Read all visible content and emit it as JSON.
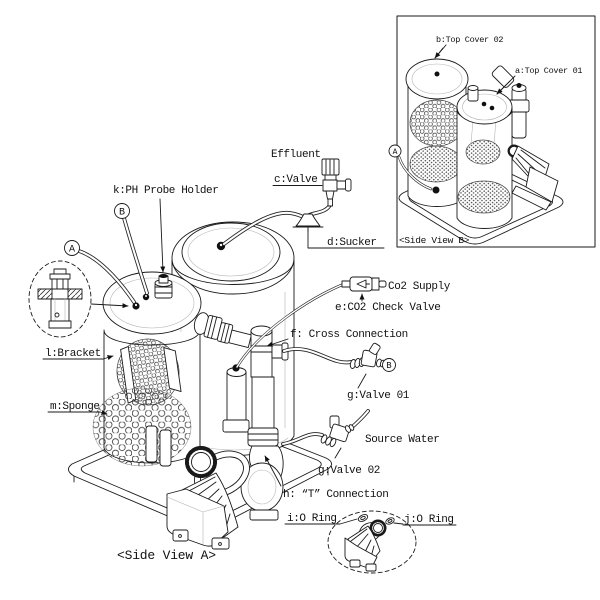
{
  "diagram": {
    "colors": {
      "line": "#1a1a1a",
      "background": "#ffffff"
    },
    "captions": {
      "side_view_a": "<Side View A>",
      "side_view_b": "<Side View B>"
    },
    "labels": {
      "effluent": "Effluent",
      "c_valve": "c:Valve",
      "d_sucker": "d:Sucker",
      "k_ph_probe_holder": "k:PH Probe Holder",
      "l_bracket": "l:Bracket",
      "m_sponge": "m:Sponge",
      "co2_supply": "Co2 Supply",
      "e_co2_check_valve": "e:CO2 Check Valve",
      "f_cross_connection": "f: Cross Connection",
      "g_valve_01": "g:Valve 01",
      "source_water": "Source Water",
      "g_valve_02": "g:Valve 02",
      "h_t_connection": "h: “T” Connection",
      "i_o_ring": "i:O Ring",
      "j_o_ring": "j:O Ring"
    },
    "inset_labels": {
      "b_top_cover_02": "b:Top Cover 02",
      "a_top_cover_01": "a:Top Cover 01"
    },
    "markers": {
      "a": "A",
      "b": "B"
    }
  }
}
